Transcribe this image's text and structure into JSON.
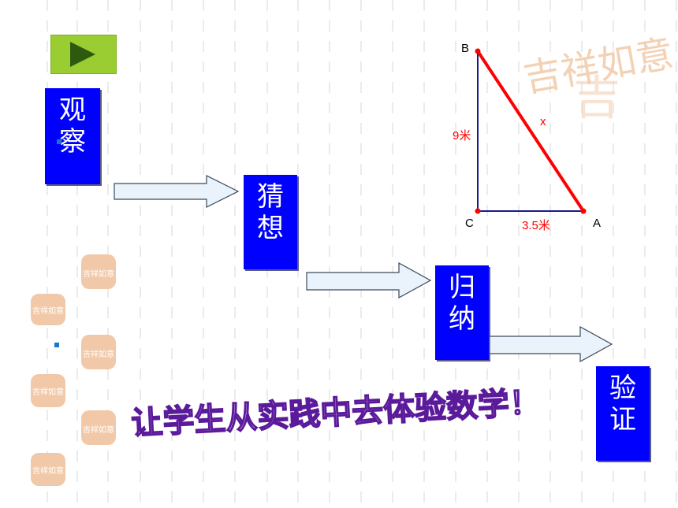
{
  "colors": {
    "step_box": "#0000ff",
    "arrow_fill": "#eaf3fb",
    "arrow_stroke": "#3a4a5a",
    "triangle_leg": "#1a1a8a",
    "hypotenuse": "#ff0000",
    "seal": "#f2c9a8",
    "slogan_fill": "#e8d0ff",
    "slogan_outline": "#5a1a9a"
  },
  "controls": {
    "play_icon": "play-triangle-icon"
  },
  "steps": [
    {
      "label1": "观",
      "label2": "察"
    },
    {
      "label1": "猜",
      "label2": "想"
    },
    {
      "label1": "归",
      "label2": "纳"
    },
    {
      "label1": "验",
      "label2": "证"
    }
  ],
  "triangle": {
    "vertex_b": "B",
    "vertex_c": "C",
    "vertex_a": "A",
    "side_bc": "9米",
    "side_ca": "3.5米",
    "side_ab": "x"
  },
  "slogan": "让学生从实践中去体验数学！",
  "decoration": {
    "large_seal": "吉祥如意",
    "small_seal": "吉祥如意"
  }
}
